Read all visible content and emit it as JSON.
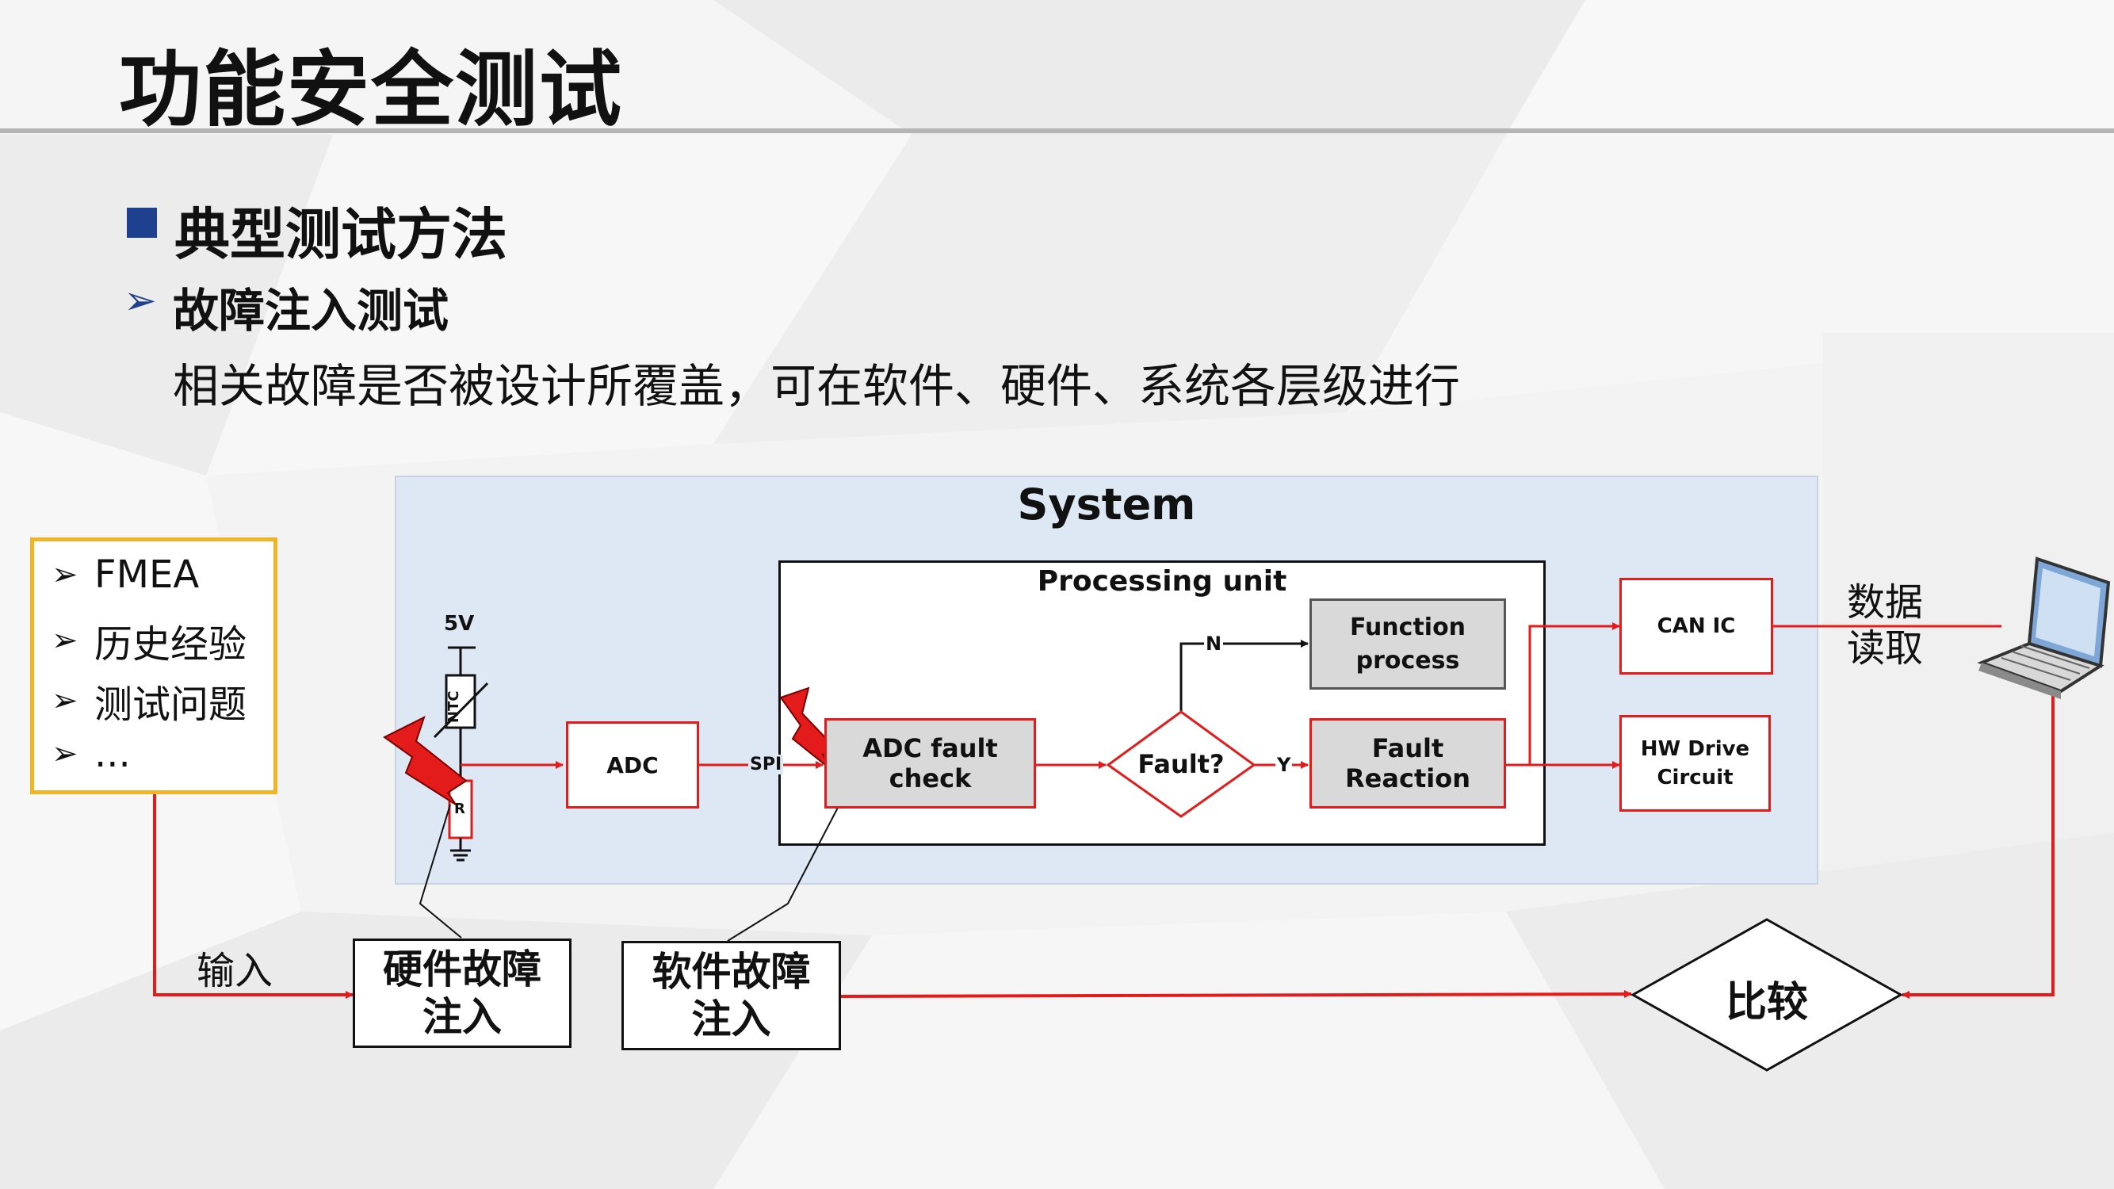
{
  "slide": {
    "title": "功能安全测试",
    "heading": "典型测试方法",
    "subheading": "故障注入测试",
    "description": "相关故障是否被设计所覆盖，可在软件、硬件、系统各层级进行"
  },
  "diagram": {
    "system_label": "System",
    "processing_unit_label": "Processing unit",
    "voltage_label": "5V",
    "ntc_label": "NTC",
    "resistor_label": "R",
    "adc_label": "ADC",
    "spi_label": "SPI",
    "adc_fault_check_label": "ADC fault check",
    "fault_decision_label": "Fault?",
    "no_label": "N",
    "yes_label": "Y",
    "function_process_line1": "Function",
    "function_process_line2": "process",
    "fault_reaction_label": "Fault Reaction",
    "can_ic_label": "CAN IC",
    "hw_drive_line1": "HW Drive",
    "hw_drive_line2": "Circuit",
    "data_read_line1": "数据",
    "data_read_line2": "读取",
    "input_sources": [
      "FMEA",
      "历史经验",
      "测试问题",
      "..."
    ],
    "input_label": "输入",
    "hw_injection_line1": "硬件故障",
    "hw_injection_line2": "注入",
    "sw_injection_line1": "软件故障",
    "sw_injection_line2": "注入",
    "compare_label": "比较",
    "icons": [
      "lightning-icon",
      "laptop-icon",
      "arrow-bullet-icon",
      "square-bullet-icon"
    ],
    "colors": {
      "accent_blue": "#1f3f8f",
      "signal_red": "#e31b1b",
      "system_bg": "#dde8f4",
      "fmea_border": "#f0b429",
      "lightning_red": "#e31b1b"
    }
  }
}
